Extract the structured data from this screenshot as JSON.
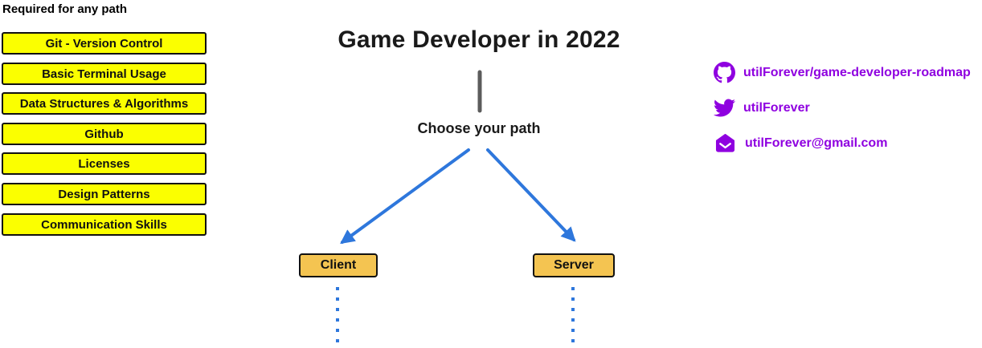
{
  "required_section": {
    "heading": "Required for any path",
    "items": [
      "Git - Version Control",
      "Basic Terminal Usage",
      "Data Structures & Algorithms",
      "Github",
      "Licenses",
      "Design Patterns",
      "Communication Skills"
    ]
  },
  "main": {
    "title": "Game Developer in 2022",
    "subtitle": "Choose your path",
    "paths": [
      {
        "label": "Client"
      },
      {
        "label": "Server"
      }
    ]
  },
  "links": [
    {
      "icon": "github-icon",
      "label": "utilForever/game-developer-roadmap"
    },
    {
      "icon": "twitter-icon",
      "label": "utilForever"
    },
    {
      "icon": "mail-icon",
      "label": "utilForever@gmail.com"
    }
  ],
  "colors": {
    "node_yellow": "#FBFF00",
    "node_gold": "#F4C451",
    "arrow_blue": "#2E77DC",
    "accent_purple": "#8F00E0",
    "stem_gray": "#5C5C5C",
    "border_black": "#111111",
    "background": "#FFFFFF"
  }
}
